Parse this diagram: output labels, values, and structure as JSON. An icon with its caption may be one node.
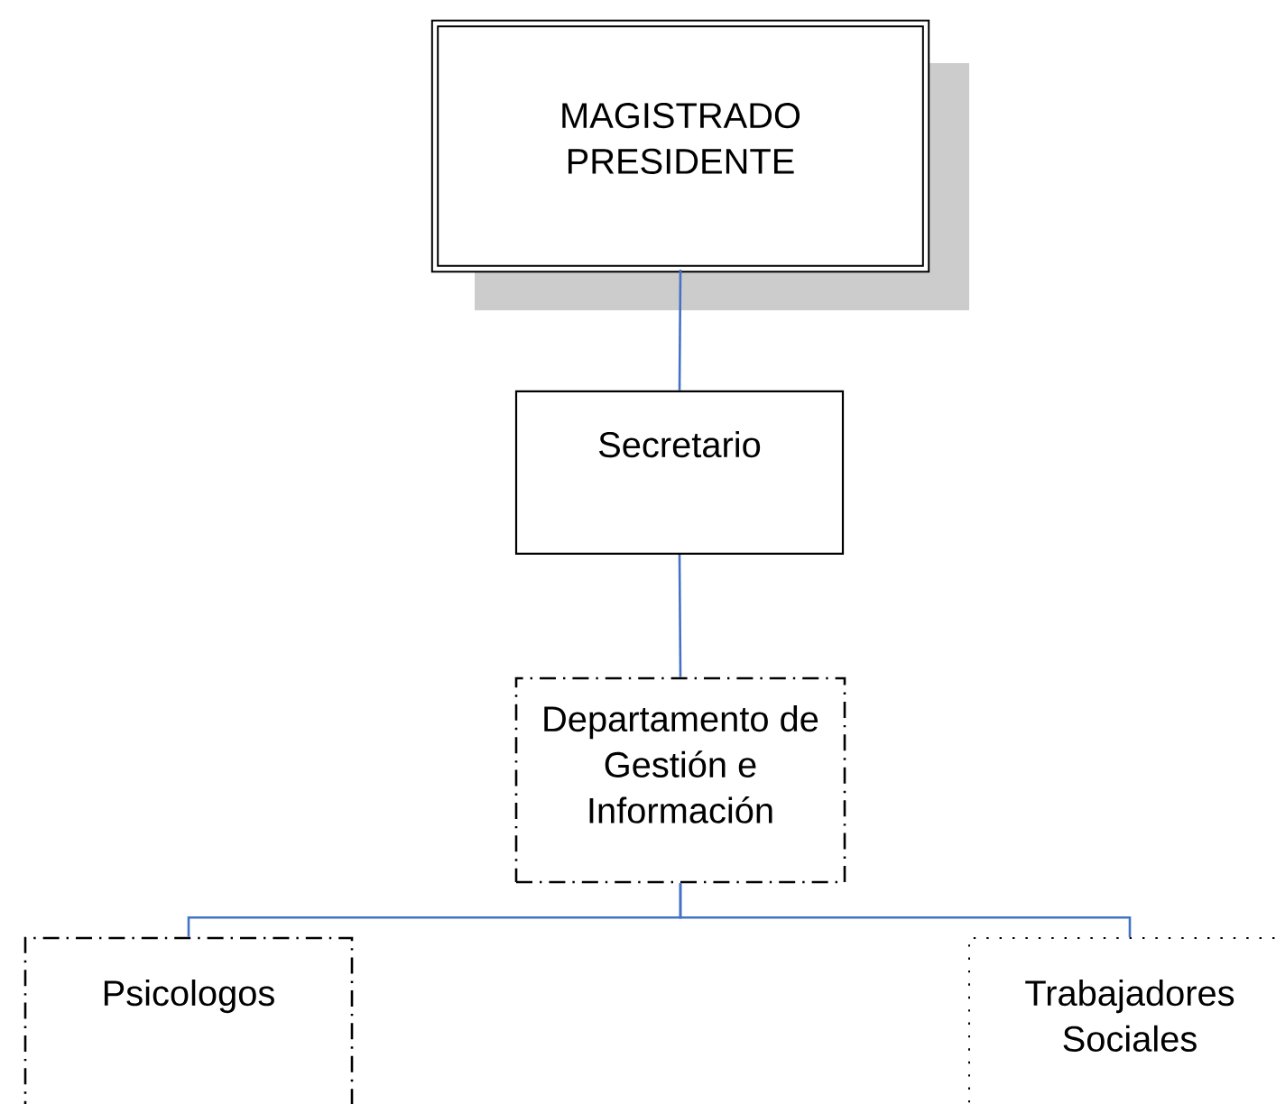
{
  "diagram": {
    "nodes": [
      {
        "text": [
          "MAGISTRADO PRESIDENTE"
        ]
      },
      {
        "text": [
          "Secretario"
        ]
      },
      {
        "text": [
          "Departamento de Gestión e Información"
        ]
      },
      {
        "text": [
          "Psicologos"
        ]
      },
      {
        "text": [
          "Trabajadores Sociales"
        ]
      }
    ],
    "edges": [
      {
        "from": 0,
        "to": 1,
        "arrow": "none"
      },
      {
        "from": 1,
        "to": 2,
        "arrow": "none"
      },
      {
        "from": 2,
        "to": 3,
        "arrow": "none"
      },
      {
        "from": 2,
        "to": 4,
        "arrow": "none"
      }
    ]
  }
}
